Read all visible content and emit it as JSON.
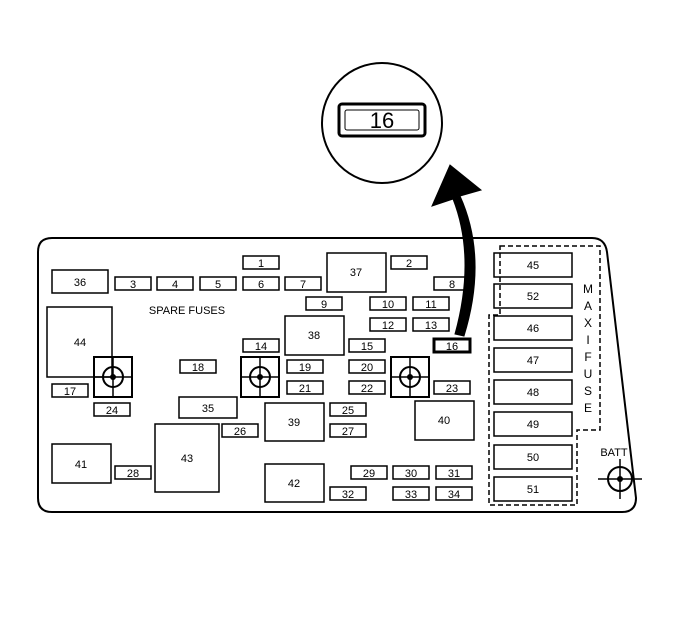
{
  "callout_fuse": "16",
  "spare_label": "SPARE FUSES",
  "maxi_letters": [
    "M",
    "A",
    "X",
    "I",
    "F",
    "U",
    "S",
    "E"
  ],
  "batt_label": "BATT",
  "fuses": [
    "1",
    "2",
    "3",
    "4",
    "5",
    "6",
    "7",
    "8",
    "9",
    "10",
    "11",
    "12",
    "13",
    "14",
    "15",
    "16",
    "17",
    "18",
    "19",
    "20",
    "21",
    "22",
    "23",
    "24",
    "25",
    "26",
    "27",
    "28",
    "29",
    "30",
    "31",
    "32",
    "33",
    "34",
    "35",
    "36",
    "37",
    "38",
    "39",
    "40",
    "41",
    "42",
    "43",
    "44",
    "45",
    "46",
    "47",
    "48",
    "49",
    "50",
    "51",
    "52"
  ]
}
